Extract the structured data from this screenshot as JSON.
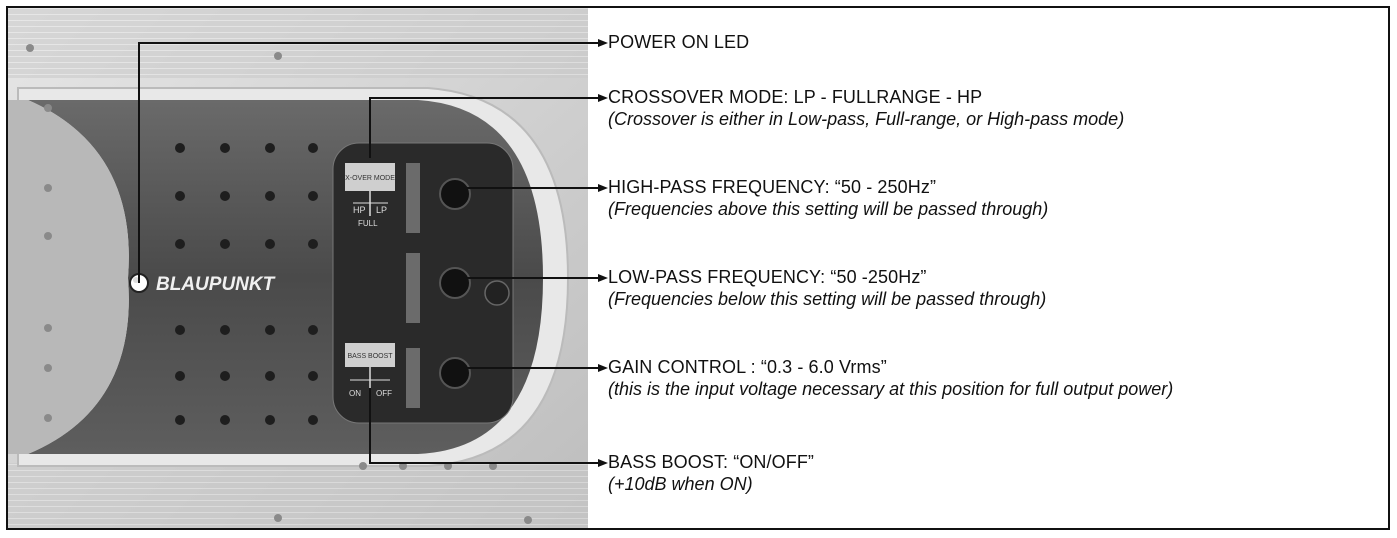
{
  "image": {
    "brand_logo_text": "BLAUPUNKT",
    "panel_labels": {
      "crossover_box": "X-OVER MODE",
      "switch_hp": "HP",
      "switch_lp": "LP",
      "switch_full": "FULL",
      "bass_boost_box": "BASS BOOST",
      "bass_on": "ON",
      "bass_off": "OFF"
    }
  },
  "callouts": [
    {
      "id": "power-led",
      "title": "POWER ON LED",
      "desc": ""
    },
    {
      "id": "crossover-mode",
      "title": "CROSSOVER MODE:  LP - FULLRANGE - HP",
      "desc": "(Crossover is either in Low-pass, Full-range, or High-pass mode)"
    },
    {
      "id": "high-pass",
      "title": "HIGH-PASS FREQUENCY:  “50 - 250Hz”",
      "desc": "(Frequencies above this setting will be passed through)"
    },
    {
      "id": "low-pass",
      "title": "LOW-PASS FREQUENCY:  “50 -250Hz”",
      "desc": "(Frequencies below this setting will be passed through)"
    },
    {
      "id": "gain",
      "title": "GAIN CONTROL : “0.3 - 6.0 Vrms”",
      "desc": "(this is the input voltage necessary at this position for full output power)"
    },
    {
      "id": "bass-boost",
      "title": "BASS BOOST:  “ON/OFF”",
      "desc": "(+10dB when ON)"
    }
  ],
  "colors": {
    "line": "#111111",
    "photo_bg": "#d9d9d9",
    "panel": "#2e2e2e"
  }
}
